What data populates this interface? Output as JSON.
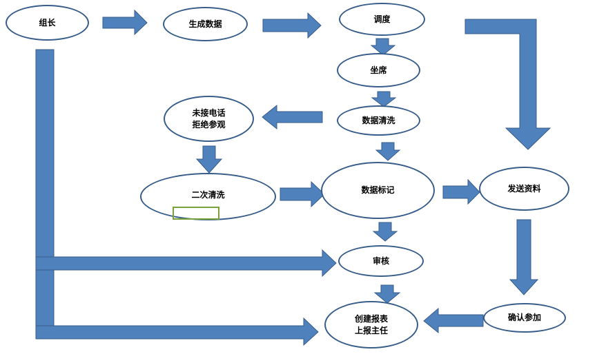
{
  "nodes": {
    "leader": "组长",
    "generate": "生成数据",
    "dispatch": "调度",
    "seat": "坐席",
    "clean": "数据清洗",
    "unanswered": "未接电话\n拒绝参观",
    "reclean": "二次清洗",
    "mark": "数据标记",
    "send": "发送资料",
    "review": "审核",
    "confirm": "确认参加",
    "report": "创建报表\n上报主任"
  },
  "colors": {
    "arrow_fill": "#4f81bd",
    "arrow_stroke": "#385d8a",
    "node_border": "#385d8a",
    "marker": "#77a33a"
  }
}
